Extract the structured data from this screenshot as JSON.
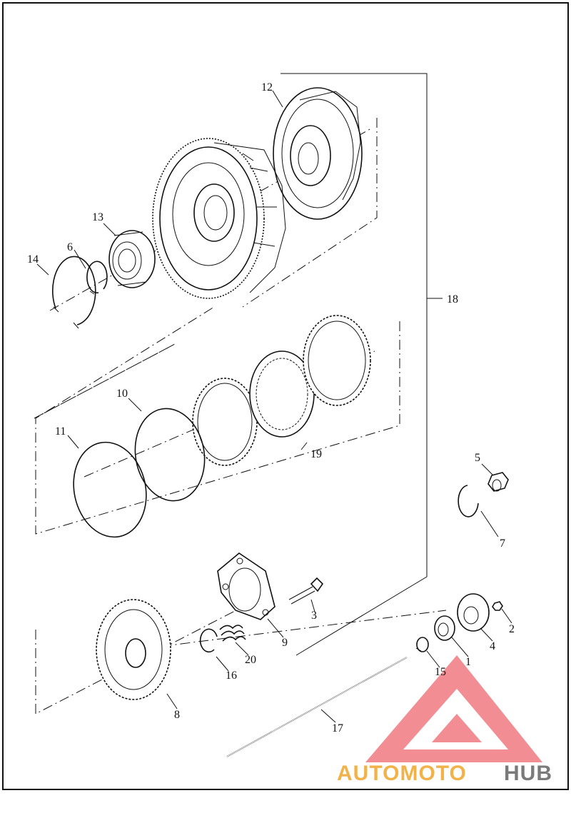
{
  "part_labels": {
    "p1": "1",
    "p2": "2",
    "p3": "3",
    "p4": "4",
    "p5": "5",
    "p6": "6",
    "p7": "7",
    "p8": "8",
    "p9": "9",
    "p10": "10",
    "p11": "11",
    "p12": "12",
    "p13": "13",
    "p14": "14",
    "p15": "15",
    "p16": "16",
    "p17": "17",
    "p18": "18",
    "p19": "19",
    "p20": "20"
  },
  "watermark": {
    "part1": "AUTOMOTO",
    "part2": "HUB",
    "color_primary": "#f2b24a",
    "color_secondary": "#7a7a7a",
    "triangle_color": "#e8323c"
  }
}
